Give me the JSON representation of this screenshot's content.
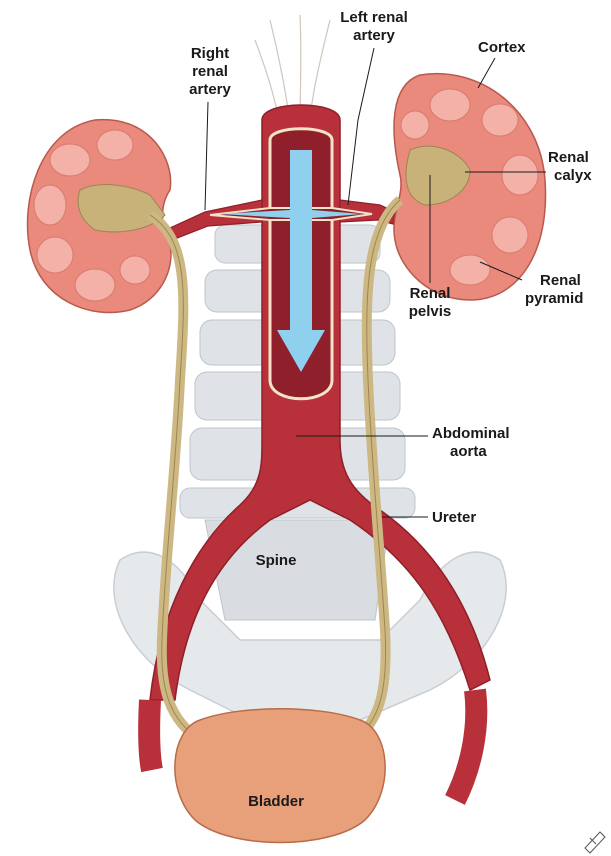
{
  "labels": {
    "left_renal_artery": [
      "Left renal",
      "artery"
    ],
    "right_renal_artery": [
      "Right",
      "renal",
      "artery"
    ],
    "cortex": "Cortex",
    "renal_calyx": [
      "Renal",
      "calyx"
    ],
    "renal_pyramid": [
      "Renal",
      "pyramid"
    ],
    "renal_pelvis": [
      "Renal",
      "pelvis"
    ],
    "abdominal_aorta": [
      "Abdominal",
      "aorta"
    ],
    "ureter": "Ureter",
    "spine": "Spine",
    "bladder": "Bladder"
  },
  "colors": {
    "artery": "#b8303a",
    "artery_dark": "#8f1f2a",
    "flow_arrow": "#8fd0ef",
    "kidney_outer": "#e98a7d",
    "kidney_pyramid": "#f0a9a0",
    "pelvis": "#c8b27a",
    "ureter": "#cdb884",
    "bladder": "#e8a07a",
    "spine": "#dfe3e7"
  }
}
